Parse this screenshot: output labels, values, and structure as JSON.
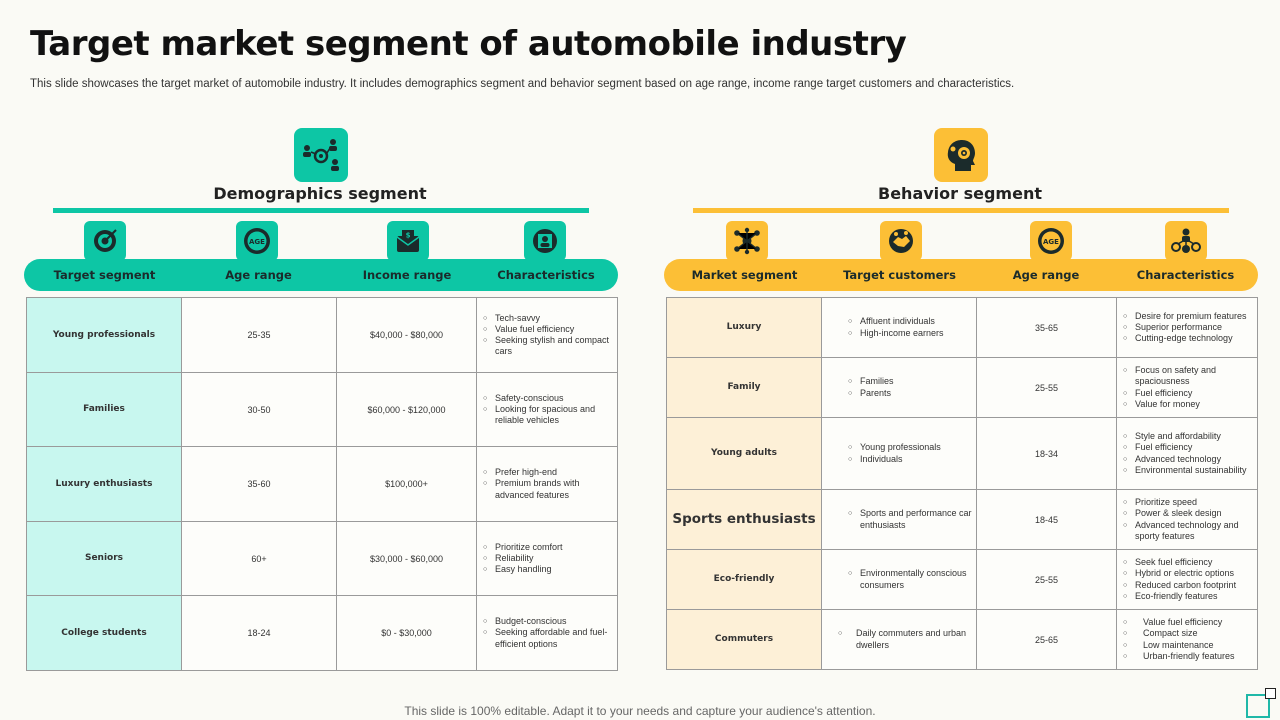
{
  "title": "Target market segment of automobile industry",
  "subtitle": "This slide showcases the target market of automobile industry. It includes demographics segment and behavior segment based on age range, income range target customers and characteristics.",
  "footer": "This slide is 100% editable. Adapt it to your needs and capture your audience's attention.",
  "colors": {
    "teal": "#0dc6a5",
    "teal_light": "#c8f7ef",
    "amber": "#fcbf36",
    "amber_light": "#fdf0d7"
  },
  "demographics": {
    "heading": "Demographics segment",
    "header_icon": "people-network-icon",
    "columns": [
      {
        "label": "Target segment",
        "icon": "target-icon"
      },
      {
        "label": "Age range",
        "icon": "age-badge-icon"
      },
      {
        "label": "Income range",
        "icon": "money-envelope-icon"
      },
      {
        "label": "Characteristics",
        "icon": "profile-frame-icon"
      }
    ],
    "rows": [
      {
        "segment": "Young professionals",
        "age": "25-35",
        "income": "$40,000 - $80,000",
        "traits": [
          "Tech-savvy",
          "Value fuel efficiency",
          "Seeking stylish and compact cars"
        ]
      },
      {
        "segment": "Families",
        "age": "30-50",
        "income": "$60,000 - $120,000",
        "traits": [
          "Safety-conscious",
          "Looking for spacious and reliable vehicles"
        ]
      },
      {
        "segment": "Luxury enthusiasts",
        "age": "35-60",
        "income": "$100,000+",
        "traits": [
          "Prefer high-end",
          "Premium brands with advanced features"
        ]
      },
      {
        "segment": "Seniors",
        "age": "60+",
        "income": "$30,000 - $60,000",
        "traits": [
          "Prioritize comfort",
          "Reliability",
          "Easy handling"
        ]
      },
      {
        "segment": "College students",
        "age": "18-24",
        "income": "$0 - $30,000",
        "traits": [
          "Budget-conscious",
          "Seeking affordable and fuel-efficient options"
        ]
      }
    ]
  },
  "behavior": {
    "heading": "Behavior segment",
    "header_icon": "head-gears-icon",
    "columns": [
      {
        "label": "Market segment",
        "icon": "network-nodes-icon"
      },
      {
        "label": "Target customers",
        "icon": "handshake-icon"
      },
      {
        "label": "Age range",
        "icon": "age-badge-icon"
      },
      {
        "label": "Characteristics",
        "icon": "person-connections-icon"
      }
    ],
    "rows": [
      {
        "segment": "Luxury",
        "customers": [
          "Affluent individuals",
          "High-income earners"
        ],
        "age": "35-65",
        "traits": [
          "Desire for premium features",
          "Superior performance",
          "Cutting-edge technology"
        ]
      },
      {
        "segment": "Family",
        "customers": [
          "Families",
          "Parents"
        ],
        "age": "25-55",
        "traits": [
          "Focus on safety and spaciousness",
          "Fuel efficiency",
          "Value for money"
        ]
      },
      {
        "segment": "Young adults",
        "customers": [
          "Young professionals",
          "Individuals"
        ],
        "age": "18-34",
        "traits": [
          "Style and affordability",
          "Fuel efficiency",
          "Advanced technology",
          "Environmental sustainability"
        ]
      },
      {
        "segment": "Sports enthusiasts",
        "customers": [
          "Sports and performance car enthusiasts"
        ],
        "age": "18-45",
        "traits": [
          "Prioritize speed",
          "Power & sleek design",
          "Advanced technology and sporty features"
        ]
      },
      {
        "segment": "Eco-friendly",
        "customers": [
          "Environmentally conscious consumers"
        ],
        "age": "25-55",
        "traits": [
          "Seek fuel efficiency",
          "Hybrid or electric options",
          "Reduced carbon footprint",
          "Eco-friendly features"
        ]
      },
      {
        "segment": "Commuters",
        "customers": [
          "Daily commuters and urban dwellers"
        ],
        "age": "25-65",
        "traits": [
          "Value fuel efficiency",
          "Compact size",
          "Low maintenance",
          "Urban-friendly features"
        ]
      }
    ]
  }
}
